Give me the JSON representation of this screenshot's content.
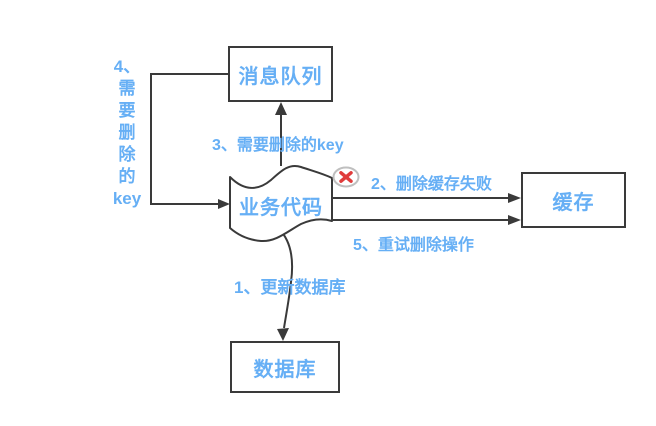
{
  "diagram": {
    "title": "cache-delete-retry-flow",
    "colors": {
      "background": "#ffffff",
      "accent_blue": "#66AFF5",
      "line_dark": "#3a3a3a",
      "error_red": "#E03C3C",
      "error_ring_gray": "#bfbfbf"
    },
    "nodes": {
      "message_queue": {
        "label": "消息队列"
      },
      "business_code": {
        "label": "业务代码"
      },
      "cache": {
        "label": "缓存"
      },
      "database": {
        "label": "数据库"
      }
    },
    "edges": {
      "step1": {
        "label": "1、更新数据库"
      },
      "step2": {
        "label": "2、删除缓存失败"
      },
      "step3": {
        "label": "3、需要删除的key"
      },
      "step4": {
        "label_lines": [
          "4、",
          "需",
          "要",
          "删",
          "除",
          "的",
          "key"
        ]
      },
      "step5": {
        "label": "5、重试删除操作"
      }
    },
    "icons": {
      "error": "x-circle"
    }
  }
}
